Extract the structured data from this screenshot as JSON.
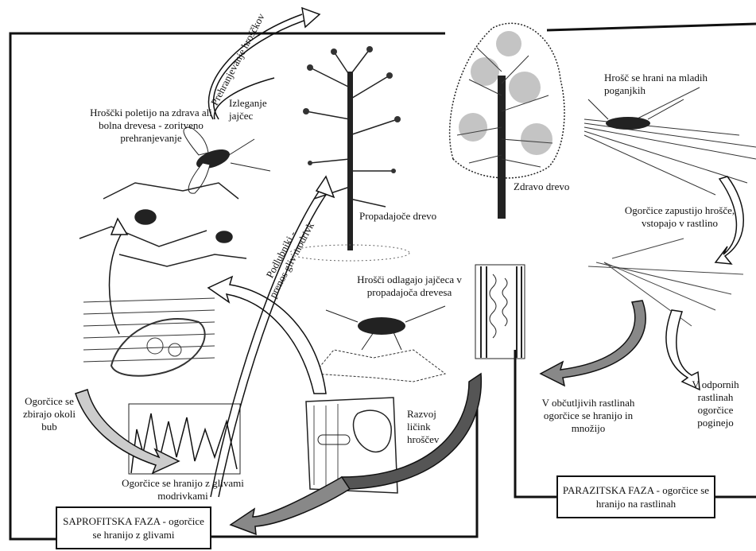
{
  "labels": {
    "prehranjevanje": "Prehranjevanje hroščkov",
    "izleganje": "Izleganje\njajčec",
    "poletijo": "Hroščki poletijo na zdrava ali\nbolna drevesa - zoritveno\nprehranjevanje",
    "propadajoce": "Propadajoče drevo",
    "zdravo": "Zdravo drevo",
    "hrosc_hrani": "Hrošč se hrani na mladih\npoganjkih",
    "zapustijo": "Ogorčice zapustijo hrošče,\nvstopajo v rastlino",
    "odlagajo": "Hrošči odlagajo jajčeca v\npropadajoča drevesa",
    "podlubniki": "Podlubniki -\nprenos gliv modrivk",
    "zbirajo": "Ogorčice se\nzbirajo okoli\nbub",
    "hranijo_glive": "Ogorčice se hranijo z glivami\nmodrivkami",
    "razvoj": "Razvoj\nličink\nhroščev",
    "obcutljivih": "V občutljivih rastlinah\nogorčice se hranijo in\nmnožijo",
    "odpornih": "V odpornih\nrastlinah\nogorčice\npoginejo"
  },
  "boxes": {
    "saprofitska": "SAPROFITSKA FAZA - ogorčice\nse hranijo z glivami",
    "parazitska": "PARAZITSKA FAZA - ogorčice se\nhranijo na rastlinah"
  }
}
